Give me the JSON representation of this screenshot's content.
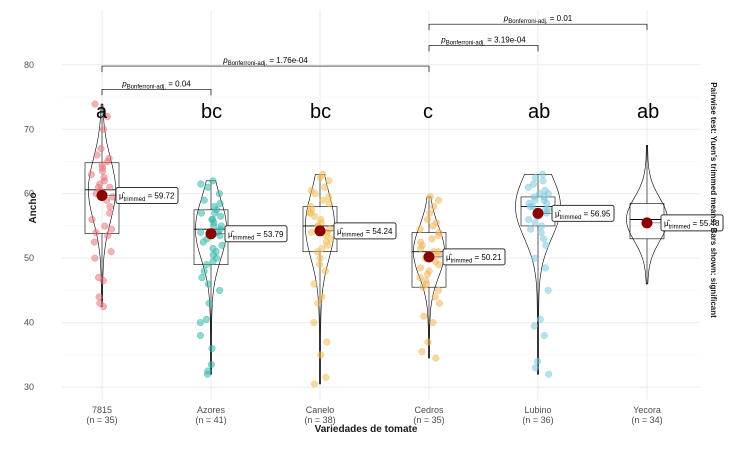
{
  "chart_data": {
    "type": "violin-box",
    "xlabel": "Variedades de tomate",
    "ylabel": "Ancho",
    "ylim": [
      28,
      83
    ],
    "yticks": [
      30,
      40,
      50,
      60,
      70,
      80
    ],
    "grid": true,
    "side_caption": "Pairwise test: Yuen's trimmed means; Bars shown: significant",
    "estimate_symbol": "μ̂",
    "estimate_subscript": "trimmed",
    "groups": [
      {
        "name": "7815",
        "n_label": "(n = 35)",
        "letter": "a",
        "color": "#E8747C",
        "trimmed_mean": 59.72,
        "trimmed_mean_label": "59.72",
        "box": {
          "q1": 53.8,
          "median": 60.6,
          "q3": 64.8,
          "whisker_low": 42.5,
          "whisker_high": 73.9
        },
        "points": [
          73.9,
          72.0,
          70.0,
          67.0,
          66.0,
          65.5,
          65.0,
          64.5,
          64.0,
          63.5,
          63.0,
          62.5,
          62.0,
          61.5,
          61.0,
          61.0,
          60.5,
          60.0,
          59.5,
          59.0,
          58.0,
          57.0,
          56.0,
          55.0,
          54.5,
          54.0,
          53.5,
          52.5,
          51.0,
          50.0,
          47.0,
          46.5,
          44.0,
          43.0,
          42.5
        ]
      },
      {
        "name": "Azores",
        "n_label": "(n = 41)",
        "letter": "bc",
        "color": "#34B6AA",
        "trimmed_mean": 53.79,
        "trimmed_mean_label": "53.79",
        "box": {
          "q1": 49.0,
          "median": 54.5,
          "q3": 57.5,
          "whisker_low": 32.0,
          "whisker_high": 62.0
        },
        "points": [
          62.0,
          61.5,
          61.0,
          60.0,
          59.0,
          58.5,
          58.0,
          57.5,
          57.0,
          57.0,
          56.5,
          56.0,
          56.0,
          55.5,
          55.0,
          55.0,
          54.5,
          54.0,
          54.0,
          53.5,
          53.0,
          52.5,
          52.0,
          51.5,
          51.0,
          50.5,
          50.0,
          49.5,
          49.0,
          48.0,
          47.0,
          46.0,
          45.0,
          43.0,
          40.5,
          40.0,
          38.0,
          36.0,
          33.5,
          32.5,
          32.0
        ]
      },
      {
        "name": "Canelo",
        "n_label": "(n = 38)",
        "letter": "bc",
        "color": "#F2BE55",
        "trimmed_mean": 54.24,
        "trimmed_mean_label": "54.24",
        "box": {
          "q1": 51.0,
          "median": 55.0,
          "q3": 58.0,
          "whisker_low": 30.5,
          "whisker_high": 63.0
        },
        "points": [
          63.0,
          62.5,
          62.0,
          61.0,
          60.5,
          60.0,
          59.5,
          59.0,
          58.5,
          58.0,
          57.5,
          57.0,
          57.0,
          56.5,
          56.0,
          55.5,
          55.0,
          55.0,
          54.5,
          54.0,
          54.0,
          53.5,
          53.0,
          52.5,
          52.0,
          51.5,
          51.0,
          50.0,
          49.0,
          48.0,
          46.0,
          44.0,
          43.0,
          40.0,
          37.0,
          35.0,
          31.5,
          30.5
        ]
      },
      {
        "name": "Cedros",
        "n_label": "(n = 35)",
        "letter": "c",
        "color": "#F2B45A",
        "trimmed_mean": 50.21,
        "trimmed_mean_label": "50.21",
        "box": {
          "q1": 45.5,
          "median": 51.0,
          "q3": 54.0,
          "whisker_low": 34.5,
          "whisker_high": 59.5
        },
        "points": [
          59.5,
          59.0,
          58.0,
          57.0,
          56.0,
          55.5,
          55.0,
          54.5,
          54.0,
          53.5,
          53.0,
          52.5,
          52.0,
          51.5,
          51.0,
          51.0,
          50.5,
          50.0,
          49.5,
          49.0,
          48.5,
          48.0,
          47.5,
          47.0,
          46.5,
          46.0,
          45.5,
          45.0,
          44.0,
          43.0,
          41.0,
          40.0,
          37.0,
          35.5,
          34.5
        ]
      },
      {
        "name": "Lubino",
        "n_label": "(n = 36)",
        "letter": "ab",
        "color": "#7EC9E0",
        "trimmed_mean": 56.95,
        "trimmed_mean_label": "56.95",
        "box": {
          "q1": 55.0,
          "median": 58.0,
          "q3": 59.5,
          "whisker_low": 32.0,
          "whisker_high": 63.0
        },
        "points": [
          63.0,
          62.5,
          62.0,
          61.5,
          61.0,
          60.5,
          60.0,
          60.0,
          59.5,
          59.5,
          59.0,
          59.0,
          58.5,
          58.5,
          58.0,
          58.0,
          57.5,
          57.5,
          57.0,
          56.5,
          56.0,
          55.5,
          55.0,
          54.5,
          54.0,
          53.0,
          52.0,
          50.0,
          48.5,
          45.0,
          40.5,
          39.5,
          38.0,
          34.0,
          33.0,
          32.0
        ]
      },
      {
        "name": "Yecora",
        "n_label": "(n = 34)",
        "letter": "ab",
        "color": "#9EC8D6",
        "trimmed_mean": 55.48,
        "trimmed_mean_label": "55.48",
        "box": {
          "q1": 53.0,
          "median": 56.0,
          "q3": 58.5,
          "whisker_low": 46.0,
          "whisker_high": 67.5
        },
        "points": []
      }
    ],
    "comparisons": [
      {
        "from": 0,
        "to": 1,
        "p_label": "p",
        "p_sub": "Bonferroni-adj.",
        "p_value": "0.04",
        "y": 76.2
      },
      {
        "from": 0,
        "to": 3,
        "p_label": "p",
        "p_sub": "Bonferroni-adj.",
        "p_value": "1.76e-04",
        "y": 79.8
      },
      {
        "from": 3,
        "to": 4,
        "p_label": "p",
        "p_sub": "Bonferroni-adj.",
        "p_value": "3.19e-04",
        "y": 83.0
      },
      {
        "from": 3,
        "to": 5,
        "p_label": "p",
        "p_sub": "Bonferroni-adj.",
        "p_value": "0.01",
        "y": 86.3
      }
    ]
  }
}
